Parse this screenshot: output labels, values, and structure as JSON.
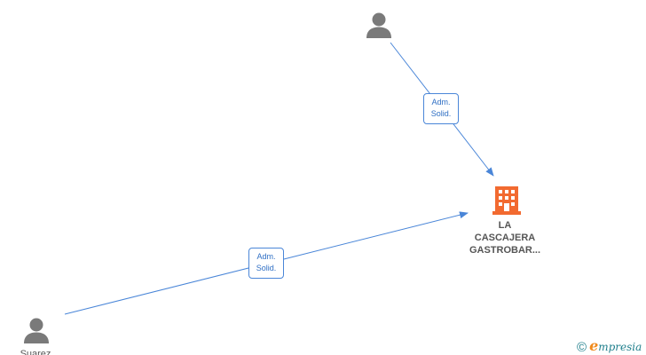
{
  "nodes": {
    "company": {
      "name_lines": [
        "LA",
        "CASCAJERA",
        "GASTROBAR..."
      ],
      "icon": "building-icon",
      "color": "#f26a30"
    },
    "person_top": {
      "icon": "person-icon",
      "name": ""
    },
    "person_bottom": {
      "icon": "person-icon",
      "name": "Suarez"
    }
  },
  "edges": [
    {
      "from": "person_top",
      "to": "company",
      "label_lines": [
        "Adm.",
        "Solid."
      ]
    },
    {
      "from": "person_bottom",
      "to": "company",
      "label_lines": [
        "Adm.",
        "Solid."
      ]
    }
  ],
  "colors": {
    "edge": "#4a86d8",
    "person": "#7a7a7a",
    "company": "#f26a30"
  },
  "brand": {
    "copyright_symbol": "©",
    "logo_letter": "e",
    "logo_text": "mpresia"
  }
}
